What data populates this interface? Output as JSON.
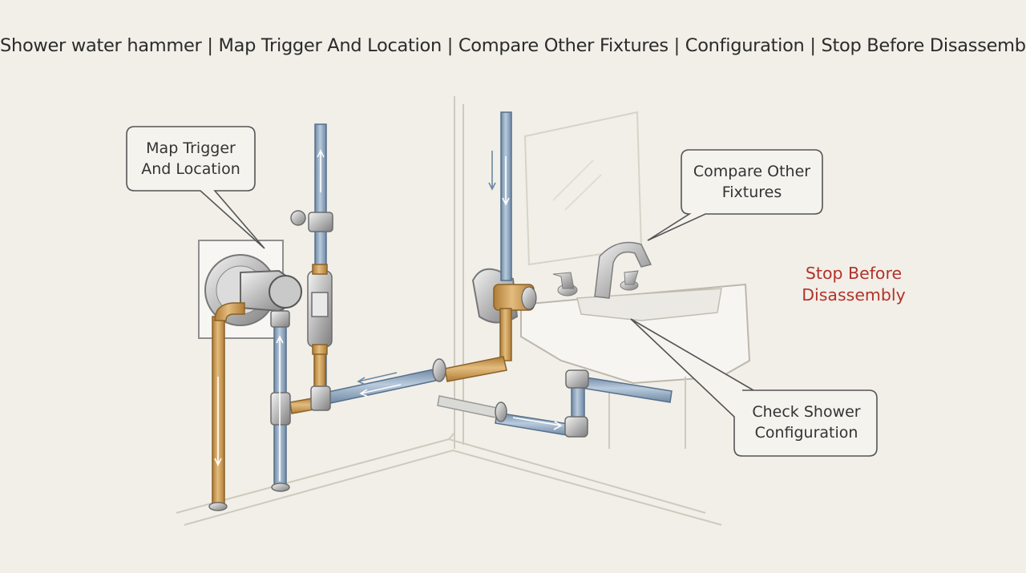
{
  "title": "Shower water hammer | Map Trigger And Location | Compare Other Fixtures | Configuration | Stop Before Disassembly",
  "callouts": {
    "map_trigger": "Map Trigger And Location",
    "compare_fixtures": "Compare Other Fixtures",
    "check_config": "Check Shower Configuration"
  },
  "warning": "Stop Before Disassembly",
  "colors": {
    "background": "#f1efe8",
    "warning": "#b3322a",
    "hot_pipe": "#c99a55",
    "cold_pipe": "#8fa8c0"
  }
}
